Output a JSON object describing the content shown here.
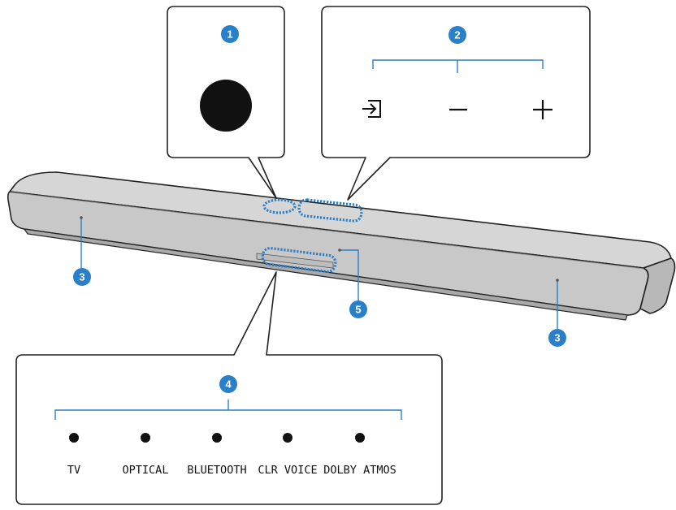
{
  "colors": {
    "callout_badge": "#2a7fc9",
    "outline": "#222222",
    "bar_front": "#c8c8c8",
    "bar_top": "#d6d6d6",
    "bar_underside": "#a9a9a9",
    "highlight": "#2a7fc9"
  },
  "callouts": {
    "c1": "1",
    "c2": "2",
    "c3_left": "3",
    "c3_right": "3",
    "c4": "4",
    "c5": "5"
  },
  "top_panel": {
    "icons": [
      "input-icon",
      "volume-down-icon",
      "volume-up-icon"
    ]
  },
  "indicators": {
    "labels": [
      "TV",
      "OPTICAL",
      "BLUETOOTH",
      "CLR VOICE",
      "DOLBY ATMOS"
    ]
  }
}
